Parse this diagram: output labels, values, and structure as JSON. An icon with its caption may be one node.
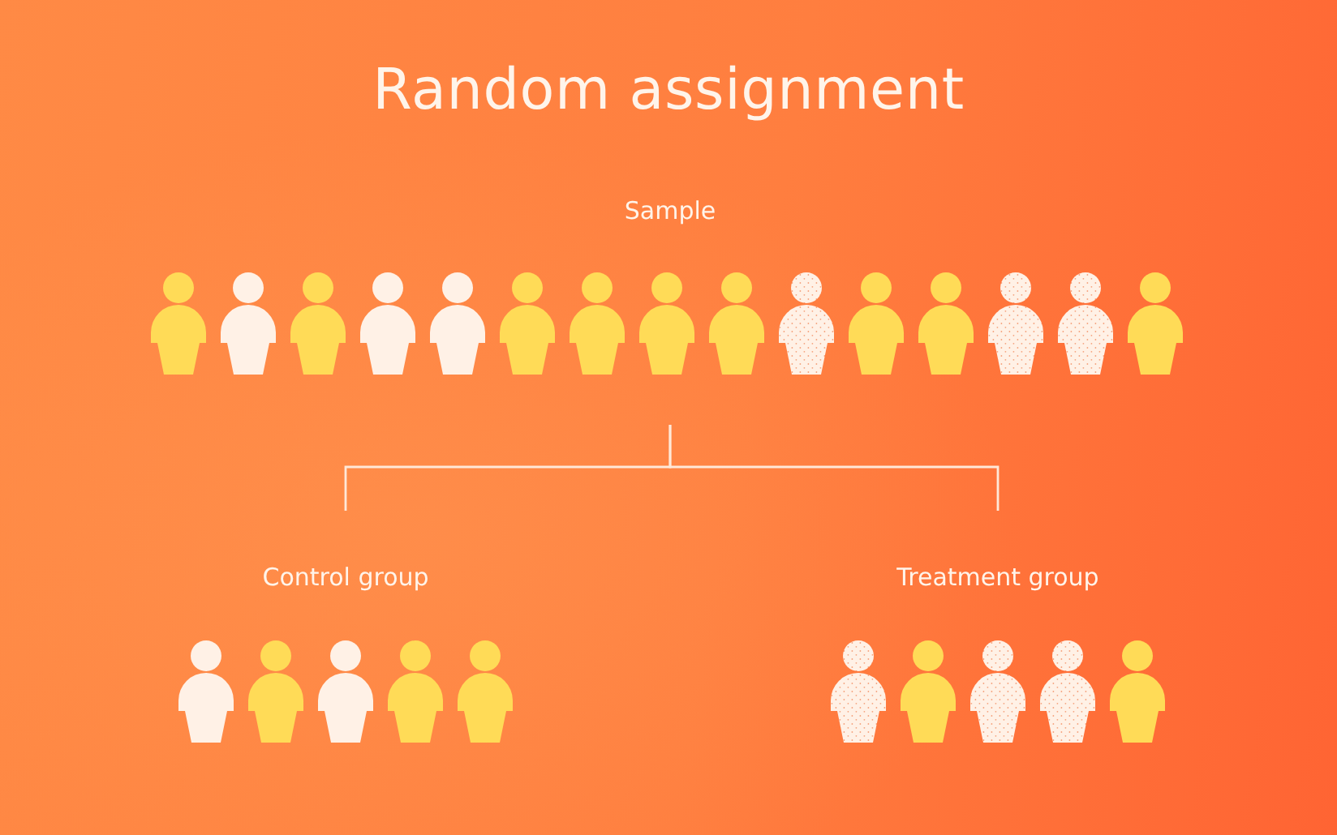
{
  "diagram": {
    "title": "Random assignment",
    "nodes": [
      {
        "text": [
          "Sample"
        ]
      },
      {
        "text": [
          "Control group"
        ]
      },
      {
        "text": [
          "Treatment group"
        ]
      }
    ],
    "edges": [
      {
        "from": 0,
        "to": 1,
        "arrow": "none"
      },
      {
        "from": 0,
        "to": 2,
        "arrow": "none"
      }
    ]
  }
}
